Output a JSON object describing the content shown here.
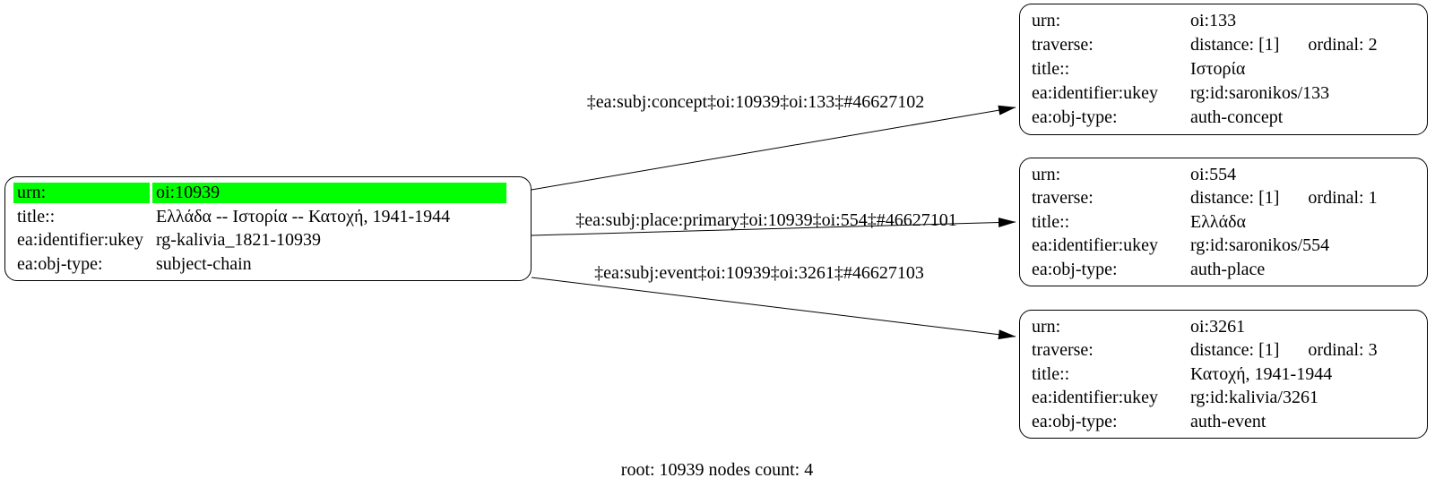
{
  "colors": {
    "highlight": "#00ff00",
    "edge": "#000000",
    "border": "#000000",
    "background": "#ffffff"
  },
  "root": {
    "rows": [
      {
        "label": "urn:",
        "value": "oi:10939",
        "highlight": true
      },
      {
        "label": "title::",
        "value": "Ελλάδα -- Ιστορία -- Κατοχή, 1941-1944",
        "highlight": false
      },
      {
        "label": "ea:identifier:ukey",
        "value": "rg-kalivia_1821-10939",
        "highlight": false
      },
      {
        "label": "ea:obj-type:",
        "value": "subject-chain",
        "highlight": false
      }
    ]
  },
  "nodes": [
    {
      "rows": {
        "urn": {
          "label": "urn:",
          "value": "oi:133"
        },
        "traverse": {
          "label": "traverse:",
          "distance": "distance: [1]",
          "ordinal": "ordinal: 2"
        },
        "title": {
          "label": "title::",
          "value": "Ιστορία"
        },
        "ukey": {
          "label": "ea:identifier:ukey",
          "value": "rg:id:saronikos/133"
        },
        "objtype": {
          "label": "ea:obj-type:",
          "value": "auth-concept"
        }
      }
    },
    {
      "rows": {
        "urn": {
          "label": "urn:",
          "value": "oi:554"
        },
        "traverse": {
          "label": "traverse:",
          "distance": "distance: [1]",
          "ordinal": "ordinal: 1"
        },
        "title": {
          "label": "title::",
          "value": "Ελλάδα"
        },
        "ukey": {
          "label": "ea:identifier:ukey",
          "value": "rg:id:saronikos/554"
        },
        "objtype": {
          "label": "ea:obj-type:",
          "value": "auth-place"
        }
      }
    },
    {
      "rows": {
        "urn": {
          "label": "urn:",
          "value": "oi:3261"
        },
        "traverse": {
          "label": "traverse:",
          "distance": "distance: [1]",
          "ordinal": "ordinal: 3"
        },
        "title": {
          "label": "title::",
          "value": "Κατοχή, 1941-1944"
        },
        "ukey": {
          "label": "ea:identifier:ukey",
          "value": "rg:id:kalivia/3261"
        },
        "objtype": {
          "label": "ea:obj-type:",
          "value": "auth-event"
        }
      }
    }
  ],
  "edges": [
    {
      "label": "‡ea:subj:concept‡oi:10939‡oi:133‡#46627102"
    },
    {
      "label": "‡ea:subj:place:primary‡oi:10939‡oi:554‡#46627101"
    },
    {
      "label": "‡ea:subj:event‡oi:10939‡oi:3261‡#46627103"
    }
  ],
  "caption": "root: 10939 nodes count: 4"
}
